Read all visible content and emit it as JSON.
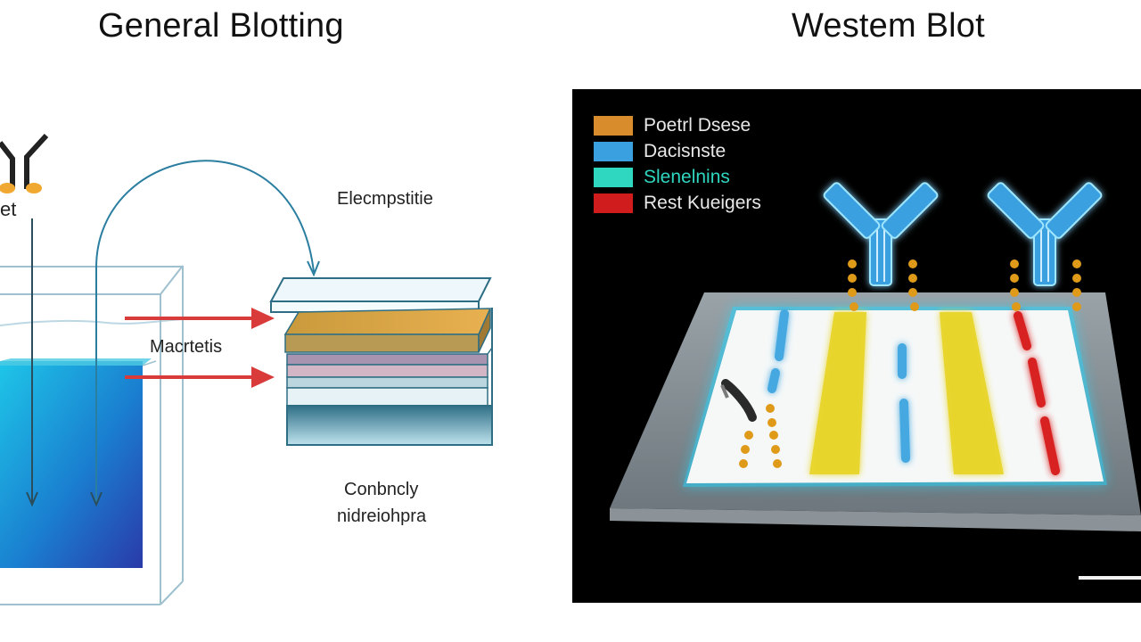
{
  "left_panel": {
    "title": "General Blotting",
    "partial_label": "et",
    "label_elec": "Elecmpstitie",
    "label_mat": "Macrtetis",
    "label_cond_line1": "Conbncly",
    "label_cond_line2": "nidreiohpra"
  },
  "right_panel": {
    "title": "Westem Blot",
    "legend": [
      {
        "label": "Poetrl Dsese",
        "color": "#d98c2b"
      },
      {
        "label": "Dacisnste",
        "color": "#3aa0e0"
      },
      {
        "label": "Slenelnins",
        "color": "#2fd6c0"
      },
      {
        "label": "Rest Kueigers",
        "color": "#d01c1c"
      }
    ]
  },
  "colors": {
    "arrow_red": "#d93a3a",
    "tank_blue": "#1fa8d8",
    "glow_cyan": "#22d8ff",
    "lane_yellow": "#e8d52a",
    "dot_orange": "#e09a1a"
  }
}
